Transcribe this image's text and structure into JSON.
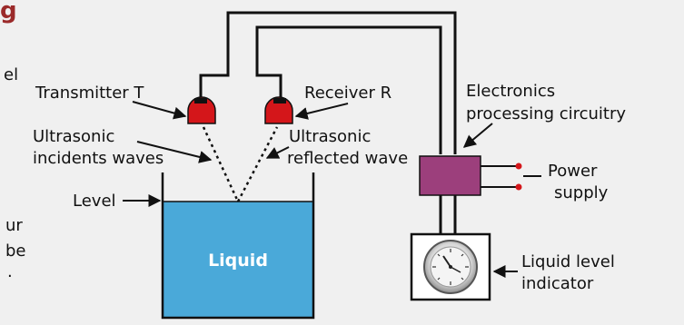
{
  "heading_fragment": "g",
  "side_text": [
    "el",
    "ur",
    "be",
    "."
  ],
  "labels": {
    "transmitter": "Transmitter T",
    "receiver": "Receiver R",
    "incident_1": "Ultrasonic",
    "incident_2": "incidents waves",
    "reflected_1": "Ultrasonic",
    "reflected_2": "reflected wave",
    "level": "Level",
    "liquid": "Liquid",
    "electronics_1": "Electronics",
    "electronics_2": "processing circuitry",
    "power_1": "Power",
    "power_2": "supply",
    "indicator_1": "Liquid level",
    "indicator_2": "indicator"
  },
  "colors": {
    "liquid": "#4aa9d9",
    "sensor": "#d4161a",
    "electronics_box": "#9c3f7c",
    "heading": "#9b2a2a",
    "power_terminal": "#d4161a"
  }
}
